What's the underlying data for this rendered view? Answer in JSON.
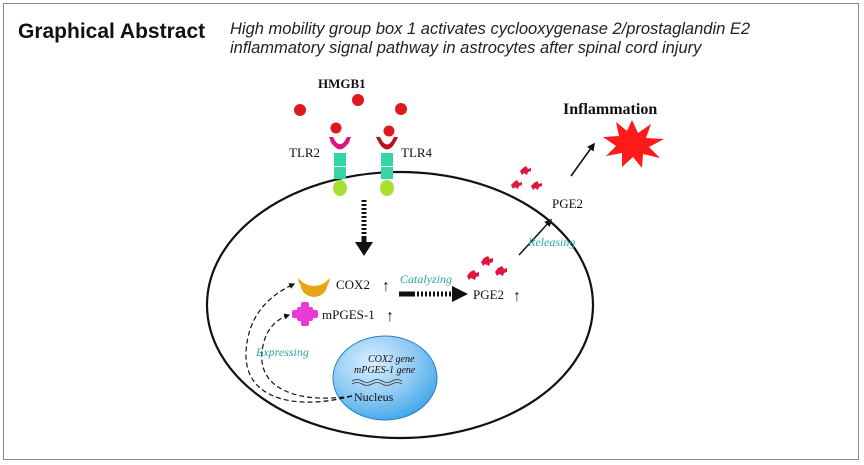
{
  "header": {
    "title": "Graphical Abstract",
    "subtitle_line1": "High mobility group box 1 activates cyclooxygenase 2/prostaglandin E2",
    "subtitle_line2": "inflammatory signal pathway in astrocytes after spinal cord injury"
  },
  "diagram": {
    "hmgb1": "HMGB1",
    "tlr2": "TLR2",
    "tlr4": "TLR4",
    "cox2": "COX2",
    "mpges1": "mPGES-1",
    "catalyzing": "Catalyzing",
    "pge2_inner": "PGE2",
    "pge2_outer": "PGE2",
    "releasing": "Releasing",
    "inflammation": "Inflammation",
    "expressing": "Expressing",
    "nucleus": "Nucleus",
    "cox2_gene": "COX2 gene",
    "mpges1_gene": "mPGES-1 gene",
    "up_arrow": "↑"
  },
  "colors": {
    "hmgb1": "#e0191f",
    "tlr2_cap": "#d9157a",
    "tlr4_cap": "#b5121b",
    "receptor_body": "#33d6a5",
    "receptor_base": "#a9e02f",
    "cox2_shape": "#e8a612",
    "mpges1_shape": "#e93ad5",
    "pge2_molecule": "#e21440",
    "inflammation_star": "#ff1a1a",
    "nucleus_dark": "#3aa3e8",
    "nucleus_light": "#d8efff",
    "label_teal": "#26a9a1"
  }
}
